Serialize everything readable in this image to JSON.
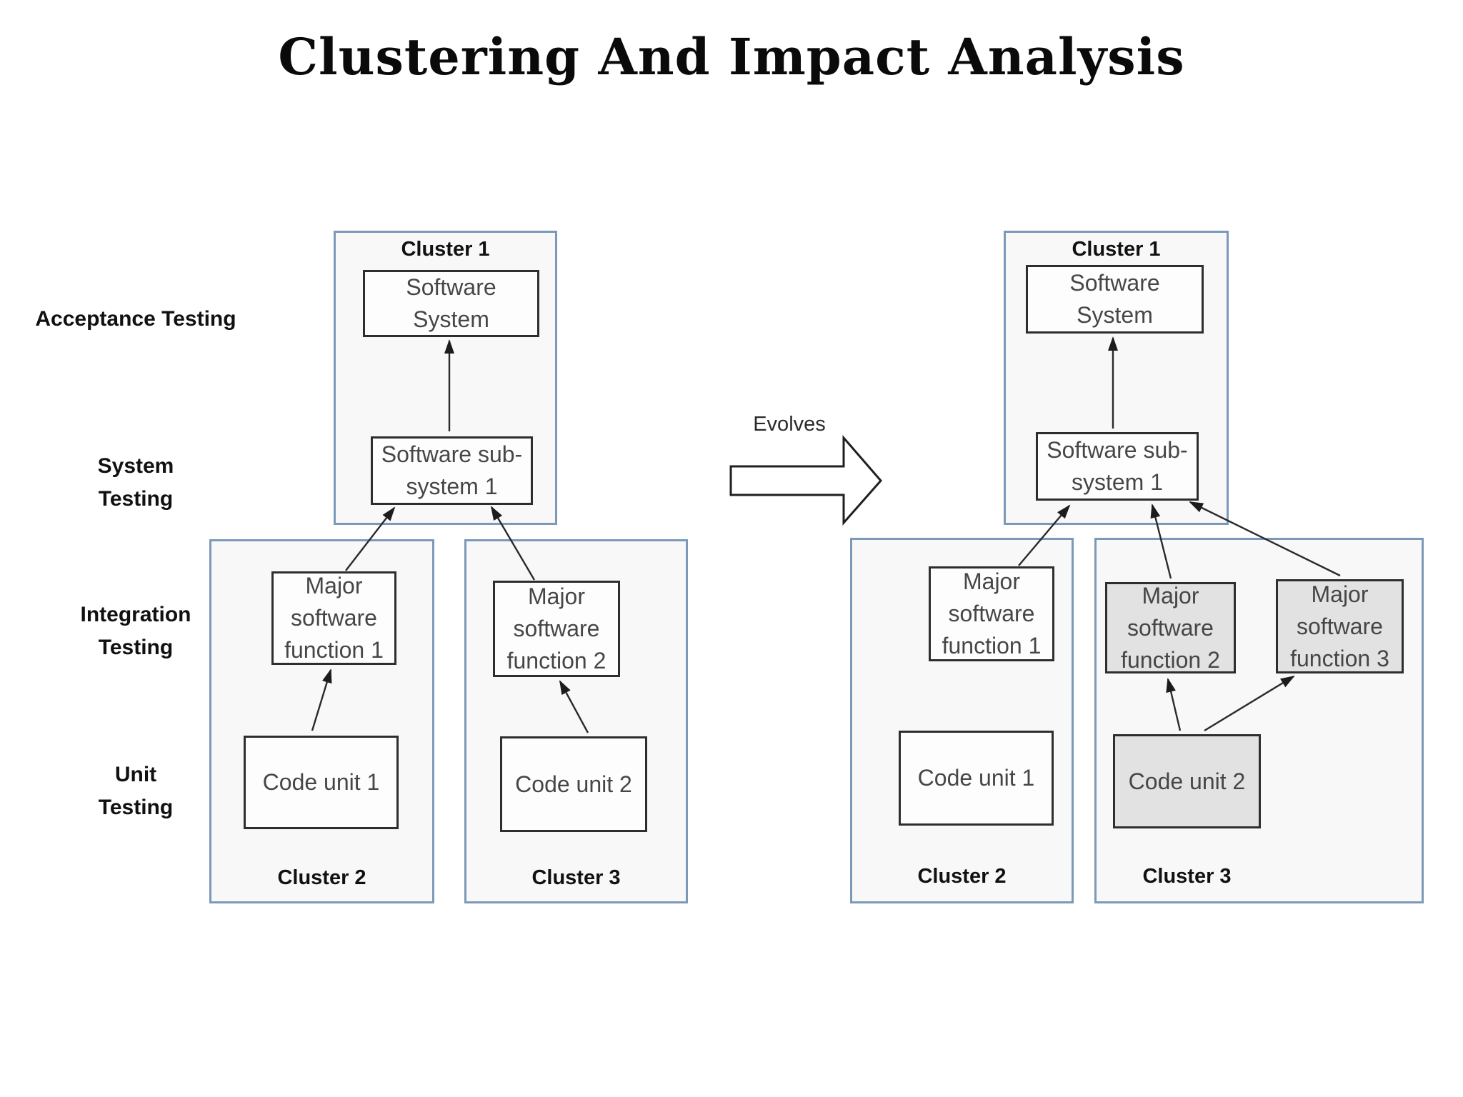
{
  "title": "Clustering And Impact Analysis",
  "row_labels": [
    {
      "lines": [
        "Acceptance Testing"
      ]
    },
    {
      "lines": [
        "System",
        "Testing"
      ]
    },
    {
      "lines": [
        "Integration",
        "Testing"
      ]
    },
    {
      "lines": [
        "Unit",
        "Testing"
      ]
    }
  ],
  "evolves": {
    "label": "Evolves"
  },
  "left_diagram": {
    "cluster1": {
      "title": "Cluster 1",
      "software_system": {
        "lines": [
          "Software",
          "System"
        ]
      },
      "software_subsystem": {
        "lines": [
          "Software sub-",
          "system 1"
        ]
      }
    },
    "cluster2": {
      "title": "Cluster 2",
      "major_function": {
        "lines": [
          "Major",
          "software",
          "function 1"
        ]
      },
      "code_unit": {
        "lines": [
          "Code unit 1"
        ]
      }
    },
    "cluster3": {
      "title": "Cluster 3",
      "major_function": {
        "lines": [
          "Major",
          "software",
          "function 2"
        ]
      },
      "code_unit": {
        "lines": [
          "Code unit 2"
        ]
      }
    }
  },
  "right_diagram": {
    "cluster1": {
      "title": "Cluster 1",
      "software_system": {
        "lines": [
          "Software",
          "System"
        ]
      },
      "software_subsystem": {
        "lines": [
          "Software sub-",
          "system 1"
        ]
      }
    },
    "cluster2": {
      "title": "Cluster 2",
      "major_function": {
        "lines": [
          "Major",
          "software",
          "function 1"
        ]
      },
      "code_unit": {
        "lines": [
          "Code unit 1"
        ]
      }
    },
    "cluster3": {
      "title": "Cluster 3",
      "major_function2": {
        "lines": [
          "Major",
          "software",
          "function 2"
        ]
      },
      "major_function3": {
        "lines": [
          "Major",
          "software",
          "function 3"
        ]
      },
      "code_unit": {
        "lines": [
          "Code unit 2"
        ]
      }
    }
  },
  "colors": {
    "cluster_border": "#7c99b9",
    "cluster_fill": "#f8f8f8",
    "box_border": "#2e2e2e",
    "box_fill": "#fdfdfd",
    "shaded_box_fill": "#e2e2e2",
    "box_text": "#464646",
    "label_text": "#111111",
    "arrow": "#2a2a2a"
  }
}
